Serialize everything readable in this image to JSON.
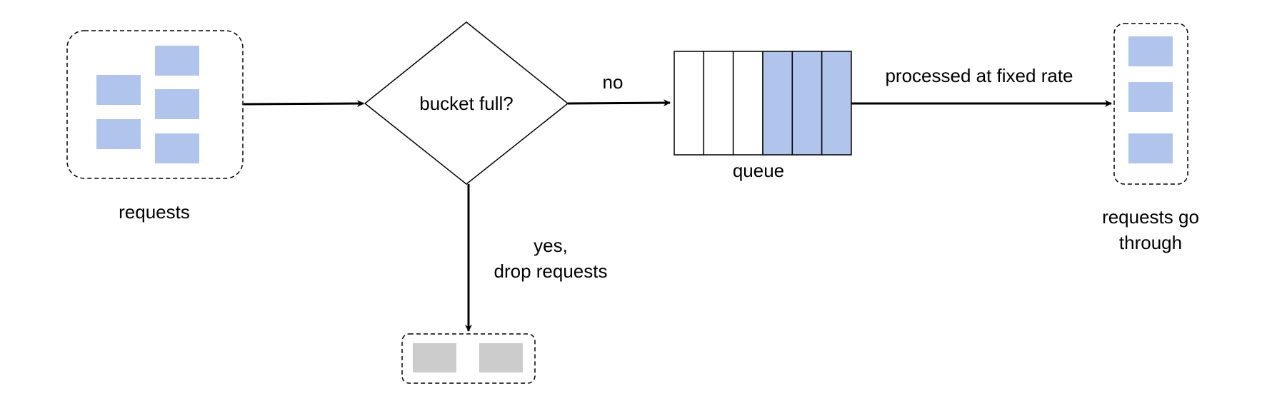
{
  "labels": {
    "requests": "requests",
    "decision": "bucket full?",
    "no": "no",
    "yes_line1": "yes,",
    "yes_line2": "drop requests",
    "queue": "queue",
    "processed": "processed at fixed rate",
    "through_line1": "requests go",
    "through_line2": "through"
  },
  "queue": {
    "total_slots": 6,
    "filled_slots": 3
  },
  "colors": {
    "request_block": "#B1C4EB",
    "dropped_block": "#CCCCCC",
    "stroke": "#000000",
    "background": "#FFFFFF"
  }
}
